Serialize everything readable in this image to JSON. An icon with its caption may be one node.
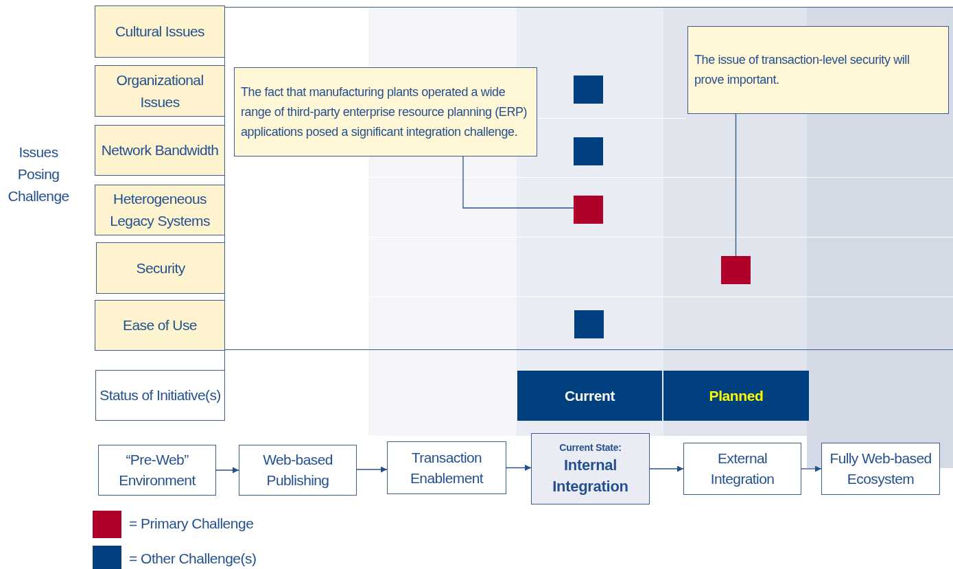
{
  "diagram": {
    "nodes": [
      {
        "text": [
          "Cultural Issues"
        ]
      },
      {
        "text": [
          "Organizational Issues"
        ]
      },
      {
        "text": [
          "Network Bandwidth"
        ]
      },
      {
        "text": [
          "Heterogeneous Legacy Systems"
        ]
      },
      {
        "text": [
          "Security"
        ]
      },
      {
        "text": [
          "Ease of Use"
        ]
      },
      {
        "text": [
          "Status of Initiative(s)"
        ]
      },
      {
        "text": [
          "The fact that manufacturing plants operated a wide range of third-party enterprise resource planning (ERP) applications posed a significant integration challenge."
        ]
      },
      {
        "text": [
          "The issue of transaction-level security will prove important."
        ]
      },
      {
        "text": [],
        "shape": "box"
      },
      {
        "text": [],
        "shape": "box"
      },
      {
        "text": [],
        "shape": "box"
      },
      {
        "text": [],
        "shape": "box"
      },
      {
        "text": [],
        "shape": "box"
      },
      {
        "text": [
          "Current"
        ]
      },
      {
        "text": [
          "Planned"
        ]
      },
      {
        "text": [
          "“Pre-Web” Environment"
        ]
      },
      {
        "text": [
          "Web-based Publishing"
        ]
      },
      {
        "text": [
          "Transaction Enablement"
        ]
      },
      {
        "text": [
          "Current State:",
          "Internal Integration"
        ]
      },
      {
        "text": [
          "External Integration"
        ]
      },
      {
        "text": [
          "Fully Web-based Ecosystem"
        ]
      }
    ],
    "edges": [
      {
        "from": 16,
        "to": 17,
        "arrow": "to"
      },
      {
        "from": 17,
        "to": 18,
        "arrow": "to"
      },
      {
        "from": 18,
        "to": 19,
        "arrow": "to"
      },
      {
        "from": 19,
        "to": 20,
        "arrow": "to"
      },
      {
        "from": 20,
        "to": 21,
        "arrow": "to"
      },
      {
        "from": 7,
        "to": 11,
        "arrow": "none"
      },
      {
        "from": 8,
        "to": 12,
        "arrow": "none"
      }
    ],
    "labels": [
      "Issues Posing Challenge"
    ],
    "legend": [
      {
        "text": "= Primary Challenge",
        "color": "#b0002a"
      },
      {
        "text": "= Other Challenge(s)",
        "color": "#003f80"
      }
    ]
  }
}
